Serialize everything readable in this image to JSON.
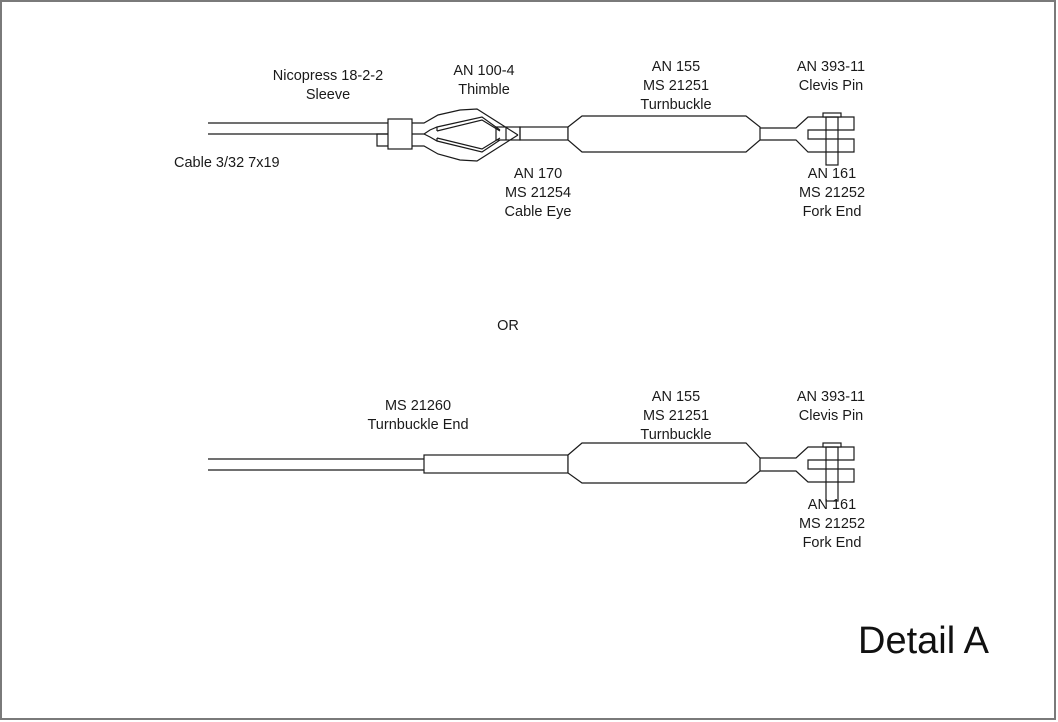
{
  "title": "Detail A",
  "separator_text": "OR",
  "colors": {
    "line": "#1a1a1a",
    "frame": "#7a7a7a",
    "background": "#ffffff"
  },
  "assembly_1": {
    "labels": {
      "cable": [
        "Cable 3/32 7x19"
      ],
      "sleeve": [
        "Nicopress 18-2-2",
        "Sleeve"
      ],
      "thimble": [
        "AN 100-4",
        "Thimble"
      ],
      "cable_eye": [
        "AN 170",
        "MS 21254",
        "Cable Eye"
      ],
      "turnbuckle": [
        "AN 155",
        "MS 21251",
        "Turnbuckle"
      ],
      "clevis_pin": [
        "AN 393-11",
        "Clevis Pin"
      ],
      "fork_end": [
        "AN 161",
        "MS 21252",
        "Fork End"
      ]
    }
  },
  "assembly_2": {
    "labels": {
      "turnbuckle_end": [
        "MS 21260",
        "Turnbuckle End"
      ],
      "turnbuckle": [
        "AN 155",
        "MS 21251",
        "Turnbuckle"
      ],
      "clevis_pin": [
        "AN 393-11",
        "Clevis Pin"
      ],
      "fork_end": [
        "AN 161",
        "MS 21252",
        "Fork End"
      ]
    }
  }
}
